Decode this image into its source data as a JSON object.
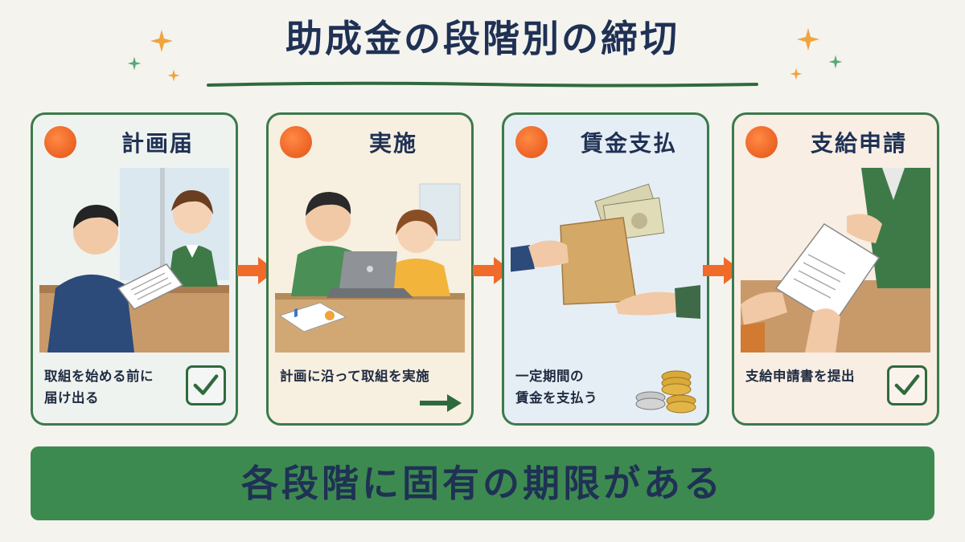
{
  "title": "助成金の段階別の締切",
  "stages": [
    {
      "title": "計画届",
      "description": "取組を始める前に\n届け出る",
      "badge": "check-icon"
    },
    {
      "title": "実施",
      "description": "計画に沿って取組を実施",
      "badge": "arrow-right-icon"
    },
    {
      "title": "賃金支払",
      "description": "一定期間の\n賃金を支払う",
      "badge": "coins-icon"
    },
    {
      "title": "支給申請",
      "description": "支給申請書を提出",
      "badge": "check-icon"
    }
  ],
  "banner": "各段階に固有の期限がある",
  "colors": {
    "background": "#f4f3ee",
    "card_border": "#3c7a4c",
    "banner": "#3d8a50",
    "title_text": "#1f3154",
    "stage_dot": "#f06a2a",
    "arrow": "#f06a2a",
    "card1_bg": "#eef3f0",
    "card2_bg": "#f7efe0",
    "card3_bg": "#e6eef5",
    "card4_bg": "#f8eee4"
  }
}
